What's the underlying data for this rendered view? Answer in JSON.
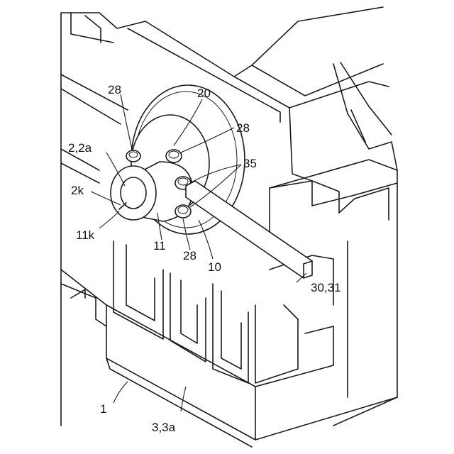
{
  "labels": {
    "ref_28_top": "28",
    "ref_20": "20",
    "ref_28_right": "28",
    "ref_2_2a": "2,2a",
    "ref_35": "35",
    "ref_2k": "2k",
    "ref_11k": "11k",
    "ref_11": "11",
    "ref_28_bottom": "28",
    "ref_10": "10",
    "ref_30_31": "30,31",
    "ref_1": "1",
    "ref_3_3a": "3,3a"
  }
}
